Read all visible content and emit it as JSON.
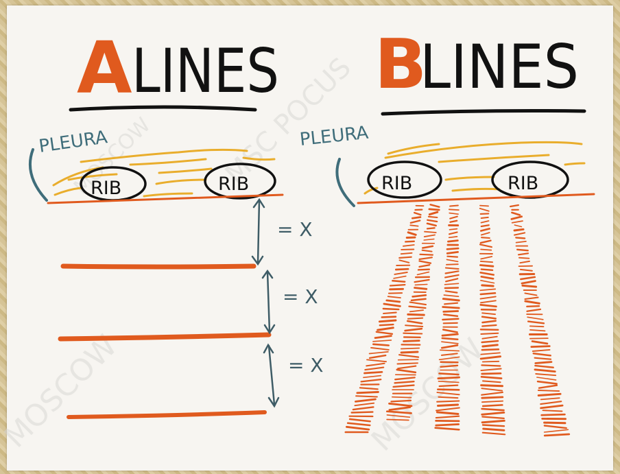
{
  "diagram": {
    "a_panel": {
      "title_letter": "A",
      "title_rest": "LINES",
      "pleura_label": "PLEURA",
      "rib_labels": [
        "RIB",
        "RIB"
      ],
      "spacing_labels": [
        "= X",
        "= X",
        "= X"
      ]
    },
    "b_panel": {
      "title_letter": "B",
      "title_rest": "LINES",
      "pleura_label": "PLEURA",
      "rib_labels": [
        "RIB",
        "RIB"
      ]
    },
    "watermark": {
      "text_a": "MOSCOW",
      "text_b": "MSC POCUS",
      "text_c": "MOSCOW",
      "text_d": "MOSCOW"
    }
  },
  "colors": {
    "accent_orange": "#e05a1e",
    "ink_black": "#111111",
    "pleura_blue": "#3f6d7a",
    "texture_yellow": "#e9ad2c",
    "arrow_gray": "#3e5c66"
  }
}
